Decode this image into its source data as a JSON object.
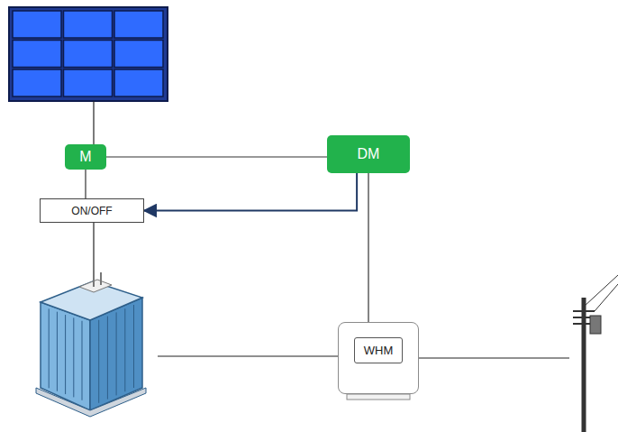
{
  "diagram": {
    "nodes": [
      {
        "text": [
          "M"
        ]
      },
      {
        "text": [
          "DM"
        ]
      },
      {
        "text": [
          "ON/OFF"
        ]
      },
      {
        "text": [
          "WHM"
        ]
      }
    ],
    "edges": [
      {
        "from": 0,
        "to": 1,
        "arrow": "none"
      },
      {
        "from": 1,
        "to": 2,
        "arrow": "to"
      },
      {
        "from": 0,
        "to": 2,
        "arrow": "none"
      },
      {
        "from": 1,
        "to": 3,
        "arrow": "none"
      }
    ]
  }
}
